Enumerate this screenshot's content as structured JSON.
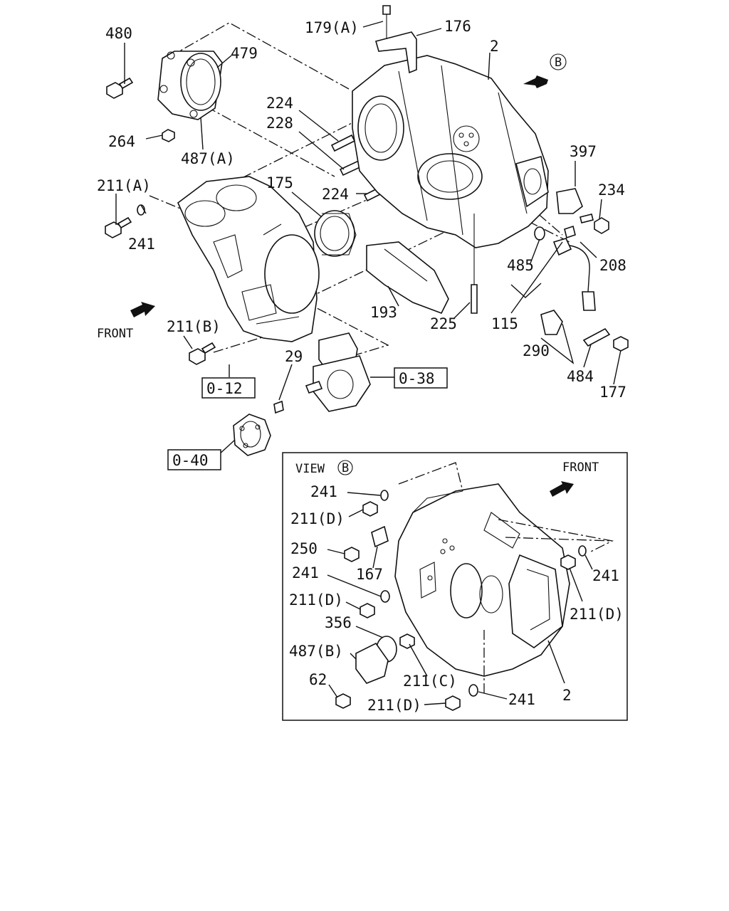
{
  "parts": {
    "p480": "480",
    "p479": "479",
    "p179a": "179(A)",
    "p176": "176",
    "p2_top": "2",
    "p224_a": "224",
    "p228": "228",
    "p264": "264",
    "p487a": "487(A)",
    "p211a": "211(A)",
    "p175": "175",
    "p224_b": "224",
    "p397": "397",
    "p234": "234",
    "p241_top": "241",
    "p208": "208",
    "p485": "485",
    "p115": "115",
    "p193": "193",
    "p225": "225",
    "p211b": "211(B)",
    "p290": "290",
    "p484": "484",
    "p177": "177",
    "p29": "29",
    "p241_v1": "241",
    "p211d_v1": "211(D)",
    "p250": "250",
    "p167": "167",
    "p241_v2": "241",
    "p211d_v2": "211(D)",
    "p356": "356",
    "p487b": "487(B)",
    "p62": "62",
    "p211c": "211(C)",
    "p211d_v3": "211(D)",
    "p241_v3": "241",
    "p2_view": "2",
    "p241_v4": "241",
    "p211d_v4": "211(D)"
  },
  "refs": {
    "ref_012": "0-12",
    "ref_038": "0-38",
    "ref_040": "0-40"
  },
  "labels": {
    "front_main": "FRONT",
    "front_view": "FRONT",
    "view_b": "VIEW",
    "b_marker": "B",
    "b_marker_view": "B"
  }
}
